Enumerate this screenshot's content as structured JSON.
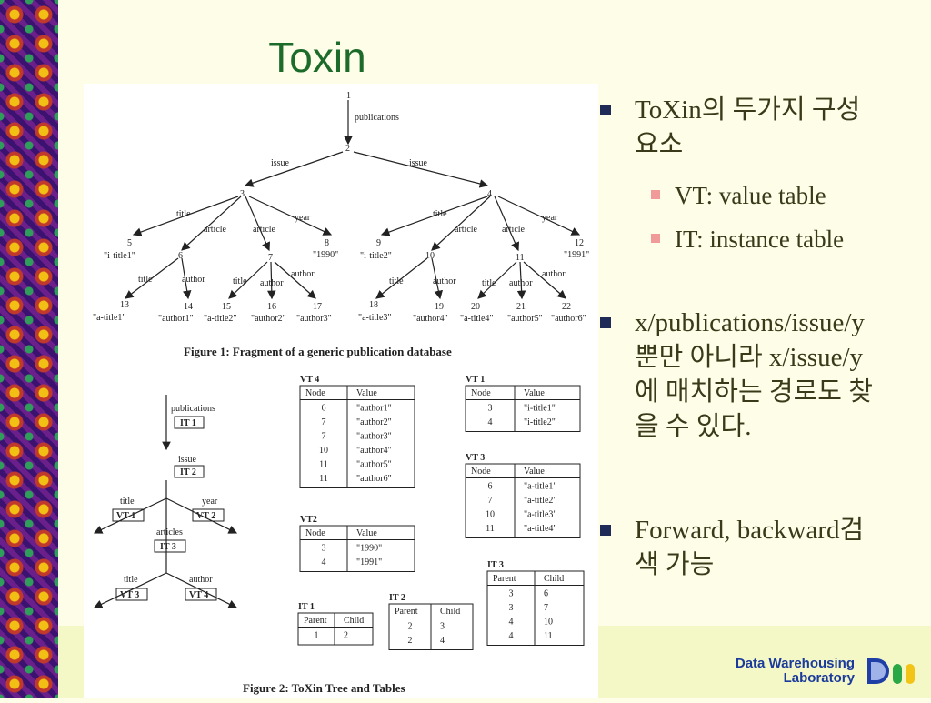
{
  "slide": {
    "title": "Toxin",
    "bullets": [
      {
        "level": 1,
        "text": "ToXin의 두가지 구성요소"
      },
      {
        "level": 2,
        "text": "VT: value table"
      },
      {
        "level": 2,
        "text": "IT: instance table"
      },
      {
        "level": 1,
        "text": "x/publications/issue/y 뿐만 아니라 x/issue/y에 매치하는 경로도 찾을 수 있다."
      },
      {
        "level": 1,
        "text": "Forward, backward검색 가능"
      }
    ],
    "footer": {
      "line1": "Data  Warehousing",
      "line2": "Laboratory"
    }
  },
  "figure1": {
    "caption": "Figure 1: Fragment of a generic publication database",
    "labels": {
      "n1": "1",
      "publications": "publications",
      "n2": "2",
      "issue_l": "issue",
      "issue_r": "issue",
      "n3": "3",
      "n4": "4",
      "title_l": "title",
      "article_l1": "article",
      "article_l2": "article",
      "year_l": "year",
      "title_r": "title",
      "article_r1": "article",
      "article_r2": "article",
      "year_r": "year",
      "n5": "5",
      "i_title1": "\"i-title1\"",
      "n6": "6",
      "n7": "7",
      "n8": "8",
      "y1990": "\"1990\"",
      "n9": "9",
      "i_title2": "\"i-title2\"",
      "n10": "10",
      "n11": "11",
      "n12": "12",
      "y1991": "\"1991\"",
      "t6": "title",
      "a6": "author",
      "t7": "title",
      "a7a": "author",
      "a7b": "author",
      "t10": "title",
      "a10": "author",
      "t11": "title",
      "a11a": "author",
      "a11b": "author",
      "n13": "13",
      "n14": "14",
      "n15": "15",
      "n16": "16",
      "n17": "17",
      "n18": "18",
      "n19": "19",
      "n20": "20",
      "n21": "21",
      "n22": "22",
      "v13": "\"a-title1\"",
      "v14": "\"author1\"",
      "v15": "\"a-title2\"",
      "v16": "\"author2\"",
      "v17": "\"author3\"",
      "v18": "\"a-title3\"",
      "v19": "\"author4\"",
      "v20": "\"a-title4\"",
      "v21": "\"author5\"",
      "v22": "\"author6\""
    }
  },
  "figure2": {
    "caption": "Figure 2: ToXin Tree and Tables",
    "tree": {
      "publications": "publications",
      "it1": "IT 1",
      "issue": "issue",
      "it2": "IT 2",
      "title": "title",
      "vt1": "VT 1",
      "year": "year",
      "vt2": "VT 2",
      "articles": "articles",
      "it3": "IT 3",
      "title2": "title",
      "vt3": "VT 3",
      "author": "author",
      "vt4": "VT 4"
    },
    "vt4": {
      "name": "VT 4",
      "headers": [
        "Node",
        "Value"
      ],
      "rows": [
        [
          "6",
          "\"author1\""
        ],
        [
          "7",
          "\"author2\""
        ],
        [
          "7",
          "\"author3\""
        ],
        [
          "10",
          "\"author4\""
        ],
        [
          "11",
          "\"author5\""
        ],
        [
          "11",
          "\"author6\""
        ]
      ]
    },
    "vt1": {
      "name": "VT 1",
      "headers": [
        "Node",
        "Value"
      ],
      "rows": [
        [
          "3",
          "\"i-title1\""
        ],
        [
          "4",
          "\"i-title2\""
        ]
      ]
    },
    "vt3": {
      "name": "VT 3",
      "headers": [
        "Node",
        "Value"
      ],
      "rows": [
        [
          "6",
          "\"a-title1\""
        ],
        [
          "7",
          "\"a-title2\""
        ],
        [
          "10",
          "\"a-title3\""
        ],
        [
          "11",
          "\"a-title4\""
        ]
      ]
    },
    "vt2": {
      "name": "VT2",
      "headers": [
        "Node",
        "Value"
      ],
      "rows": [
        [
          "3",
          "\"1990\""
        ],
        [
          "4",
          "\"1991\""
        ]
      ]
    },
    "it3": {
      "name": "IT 3",
      "headers": [
        "Parent",
        "Child"
      ],
      "rows": [
        [
          "3",
          "6"
        ],
        [
          "3",
          "7"
        ],
        [
          "4",
          "10"
        ],
        [
          "4",
          "11"
        ]
      ]
    },
    "it1": {
      "name": "IT 1",
      "headers": [
        "Parent",
        "Child"
      ],
      "rows": [
        [
          "1",
          "2"
        ]
      ]
    },
    "it2": {
      "name": "IT 2",
      "headers": [
        "Parent",
        "Child"
      ],
      "rows": [
        [
          "2",
          "3"
        ],
        [
          "2",
          "4"
        ]
      ]
    }
  }
}
